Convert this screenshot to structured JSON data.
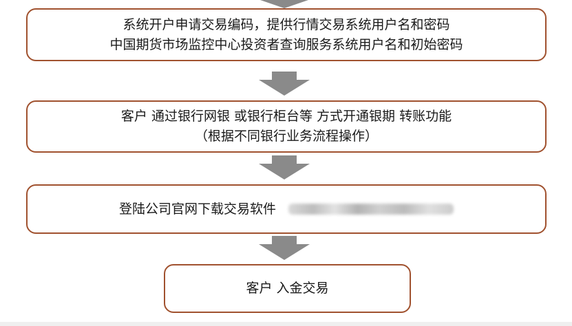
{
  "steps": [
    {
      "lines": [
        "系统开户申请交易编码，提供行情交易系统用户名和密码",
        "中国期货市场监控中心投资者查询服务系统用户名和初始密码"
      ]
    },
    {
      "lines": [
        "客户 通过银行网银 或银行柜台等 方式开通银期 转账功能",
        "（根据不同银行业务流程操作）"
      ]
    },
    {
      "lines": [
        "登陆公司官网下载交易软件"
      ]
    },
    {
      "lines": [
        "客户 入金交易"
      ]
    }
  ],
  "colors": {
    "border": "#a0512e",
    "arrow": "#8a8a8a"
  },
  "icons": {
    "arrow": "down-arrow-icon"
  }
}
